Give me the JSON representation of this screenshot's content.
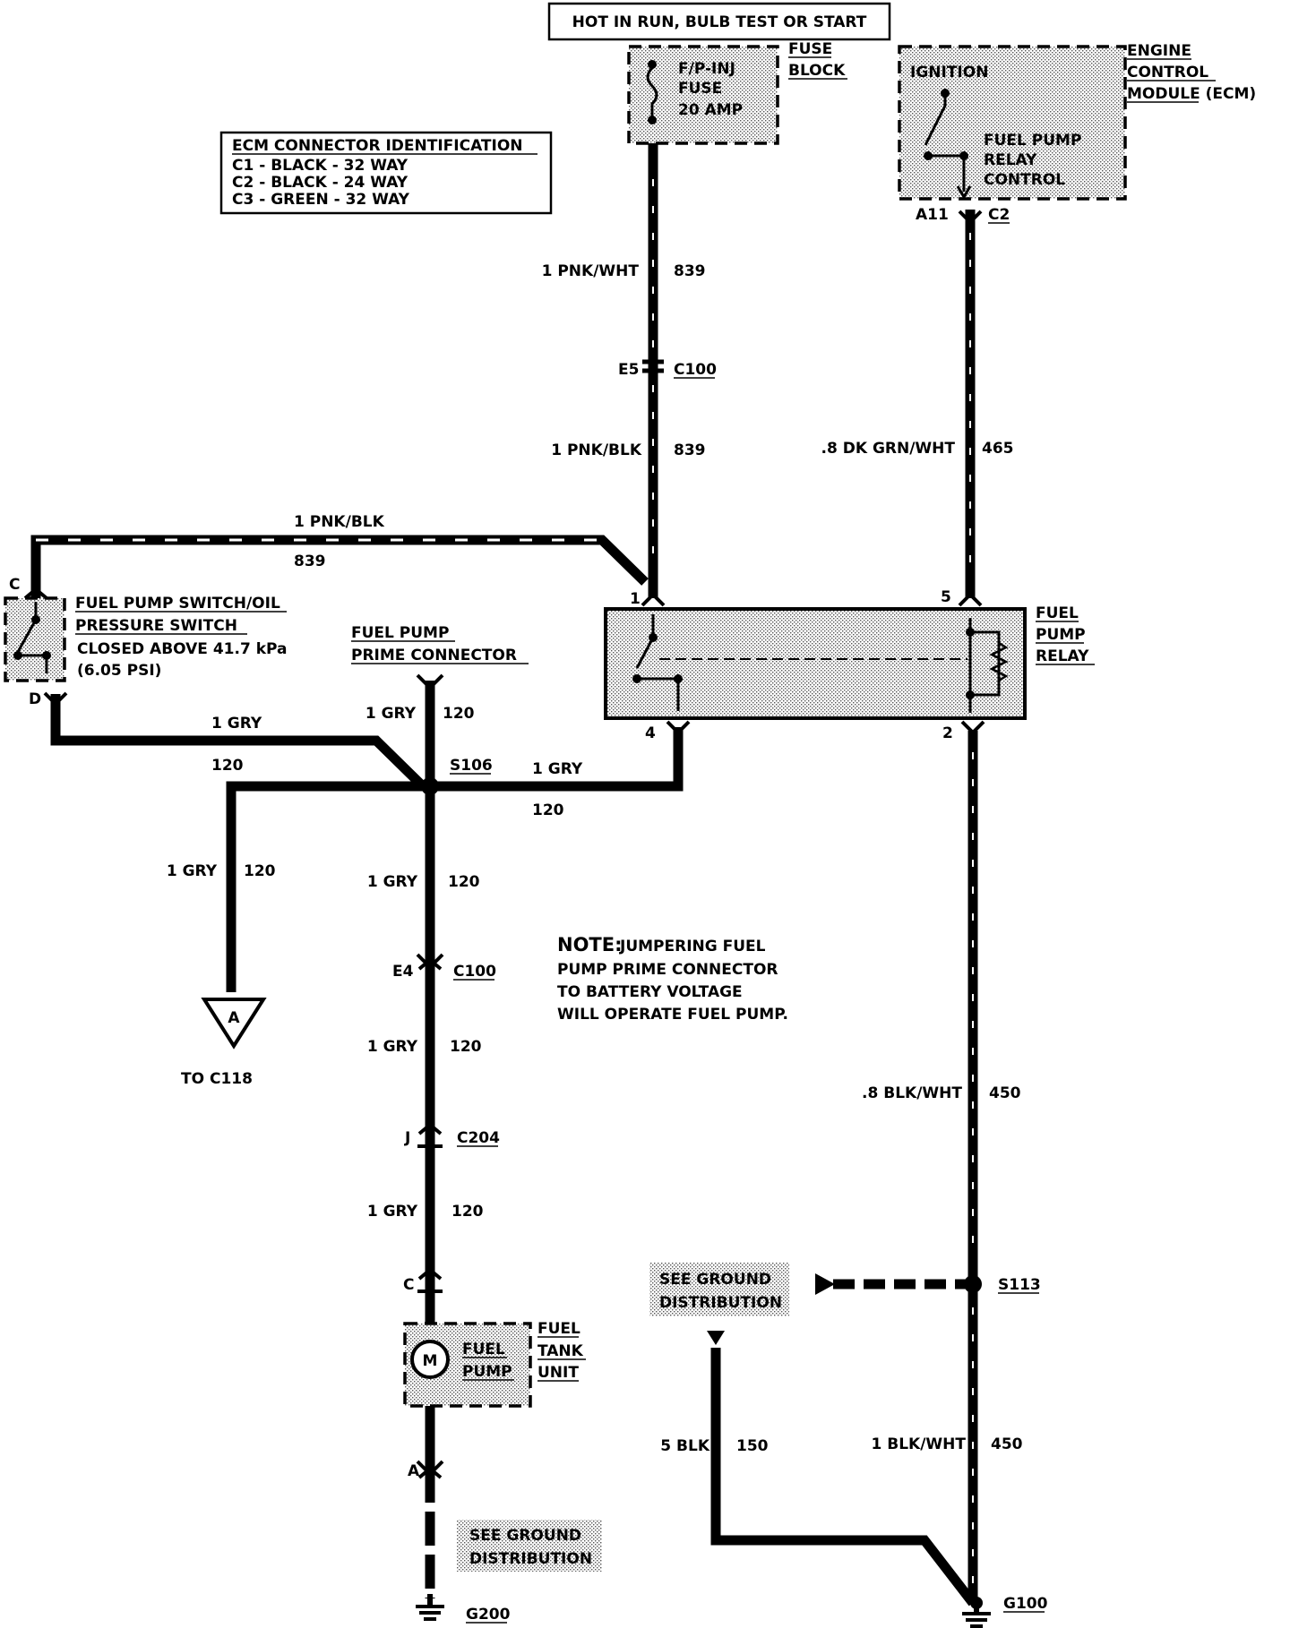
{
  "power": {
    "label": "HOT IN RUN, BULB TEST OR START"
  },
  "fuse_block": {
    "title_lines": [
      "FUSE",
      "BLOCK"
    ],
    "fuse_lines": [
      "F/P-INJ",
      "FUSE",
      "20 AMP"
    ]
  },
  "ecm": {
    "title_lines": [
      "ENGINE",
      "CONTROL",
      "MODULE (ECM)"
    ],
    "ignition": "IGNITION",
    "control_lines": [
      "FUEL PUMP",
      "RELAY",
      "CONTROL"
    ],
    "pin": "A11",
    "connector": "C2"
  },
  "ecm_connector_id": {
    "title": "ECM CONNECTOR IDENTIFICATION",
    "lines": [
      "C1 - BLACK - 32 WAY",
      "C2 - BLACK - 24 WAY",
      "C3 - GREEN - 32 WAY"
    ]
  },
  "wires": {
    "w839_top": {
      "size_color": "1 PNK/WHT",
      "circuit": "839"
    },
    "w839_mid": {
      "size_color": "1 PNK/BLK",
      "circuit": "839"
    },
    "w839_left": {
      "size_color": "1 PNK/BLK",
      "circuit": "839"
    },
    "w465": {
      "size_color": ".8 DK GRN/WHT",
      "circuit": "465"
    },
    "w120_switch": {
      "size_color": "1 GRY",
      "circuit": "120"
    },
    "w120_prime": {
      "size_color": "1 GRY",
      "circuit": "120"
    },
    "w120_relay": {
      "size_color": "1 GRY",
      "circuit": "120"
    },
    "w120_a": {
      "size_color": "1 GRY",
      "circuit": "120"
    },
    "w120_s1": {
      "size_color": "1 GRY",
      "circuit": "120"
    },
    "w120_s2": {
      "size_color": "1 GRY",
      "circuit": "120"
    },
    "w120_s3": {
      "size_color": "1 GRY",
      "circuit": "120"
    },
    "w450_upper": {
      "size_color": ".8 BLK/WHT",
      "circuit": "450"
    },
    "w450_lower": {
      "size_color": "1 BLK/WHT",
      "circuit": "450"
    },
    "w150": {
      "size_color": "5 BLK",
      "circuit": "150"
    }
  },
  "connectors": {
    "c100_top": {
      "pin": "E5",
      "name": "C100"
    },
    "c100_bottom": {
      "pin": "E4",
      "name": "C100"
    },
    "c204": {
      "pin": "J",
      "name": "C204"
    },
    "fuel_tank_top": {
      "pin": "C"
    },
    "fuel_tank_bottom": {
      "pin": "A"
    }
  },
  "oil_switch": {
    "pin_top": "C",
    "pin_bottom": "D",
    "lines": [
      "FUEL PUMP SWITCH/OIL",
      "PRESSURE SWITCH",
      "CLOSED ABOVE 41.7 kPa",
      "(6.05 PSI)"
    ]
  },
  "prime_connector": {
    "lines": [
      "FUEL PUMP",
      "PRIME CONNECTOR"
    ]
  },
  "splices": {
    "s106": "S106",
    "s113": "S113"
  },
  "relay": {
    "lines": [
      "FUEL",
      "PUMP",
      "RELAY"
    ],
    "pins": {
      "p1": "1",
      "p5": "5",
      "p4": "4",
      "p2": "2"
    }
  },
  "note": {
    "heading": "NOTE:",
    "lines": [
      "JUMPERING FUEL",
      "PUMP PRIME CONNECTOR",
      "TO BATTERY VOLTAGE",
      "WILL OPERATE FUEL PUMP."
    ]
  },
  "offpage": {
    "letter": "A",
    "label": "TO C118"
  },
  "fuel_tank_unit": {
    "motor": "M",
    "pump_lines": [
      "FUEL",
      "PUMP"
    ],
    "title_lines": [
      "FUEL",
      "TANK",
      "UNIT"
    ]
  },
  "ground_refs": {
    "left": [
      "SEE GROUND",
      "DISTRIBUTION"
    ],
    "right": [
      "SEE GROUND",
      "DISTRIBUTION"
    ]
  },
  "grounds": {
    "g200": "G200",
    "g100": "G100"
  }
}
